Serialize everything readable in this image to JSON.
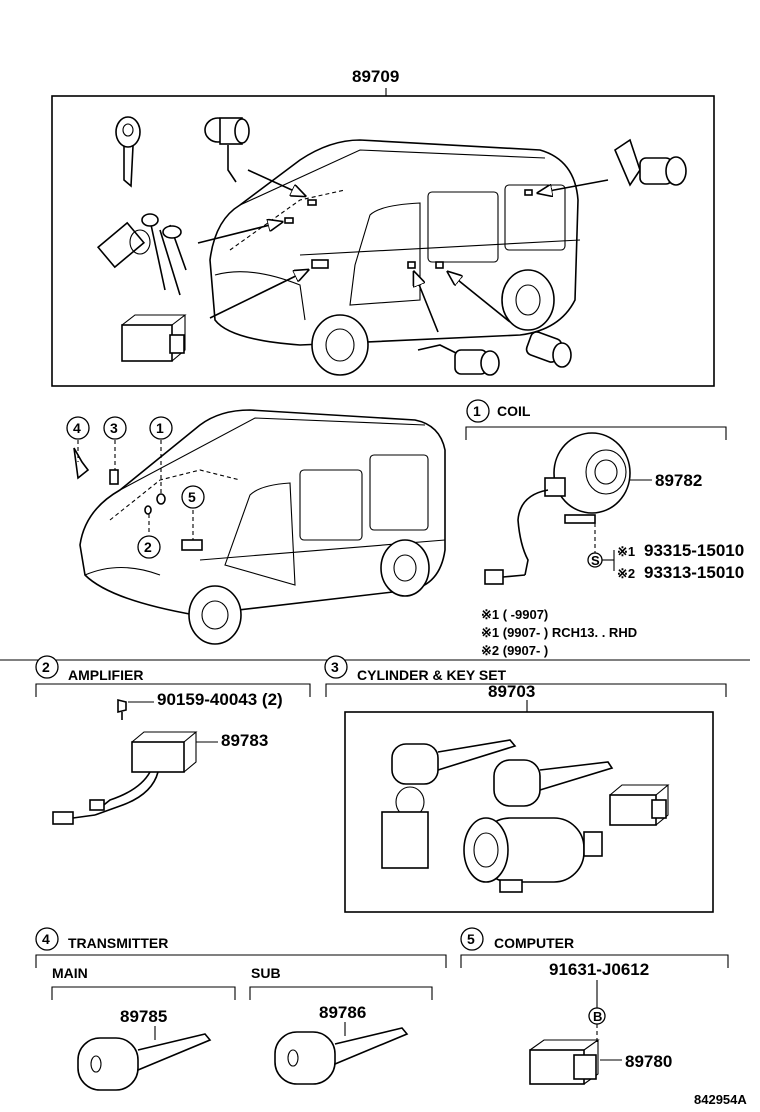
{
  "assembly": {
    "part_no": "89709"
  },
  "index_markers": [
    "4",
    "3",
    "1",
    "2",
    "5"
  ],
  "coil": {
    "num": "1",
    "title": "COIL",
    "part_no": "89782",
    "screw_mark": "S",
    "screw_1_note": "※1",
    "screw_1_pn": "93315-15010",
    "screw_2_note": "※2",
    "screw_2_pn": "93313-15010",
    "notes": [
      "※1 (        -9907)",
      "※1 (9907-          ) RCH13. . RHD",
      "※2 (9907-          )"
    ]
  },
  "amplifier": {
    "num": "2",
    "title": "AMPLIFIER",
    "screw_pn": "90159-40043 (2)",
    "part_no": "89783"
  },
  "cylinder": {
    "num": "3",
    "title": "CYLINDER & KEY SET",
    "part_no": "89703"
  },
  "transmitter": {
    "num": "4",
    "title": "TRANSMITTER",
    "main_label": "MAIN",
    "main_pn": "89785",
    "sub_label": "SUB",
    "sub_pn": "89786"
  },
  "computer": {
    "num": "5",
    "title": "COMPUTER",
    "bolt_pn": "91631-J0612",
    "bolt_mark": "B",
    "part_no": "89780"
  },
  "illustration_no": "842954A"
}
